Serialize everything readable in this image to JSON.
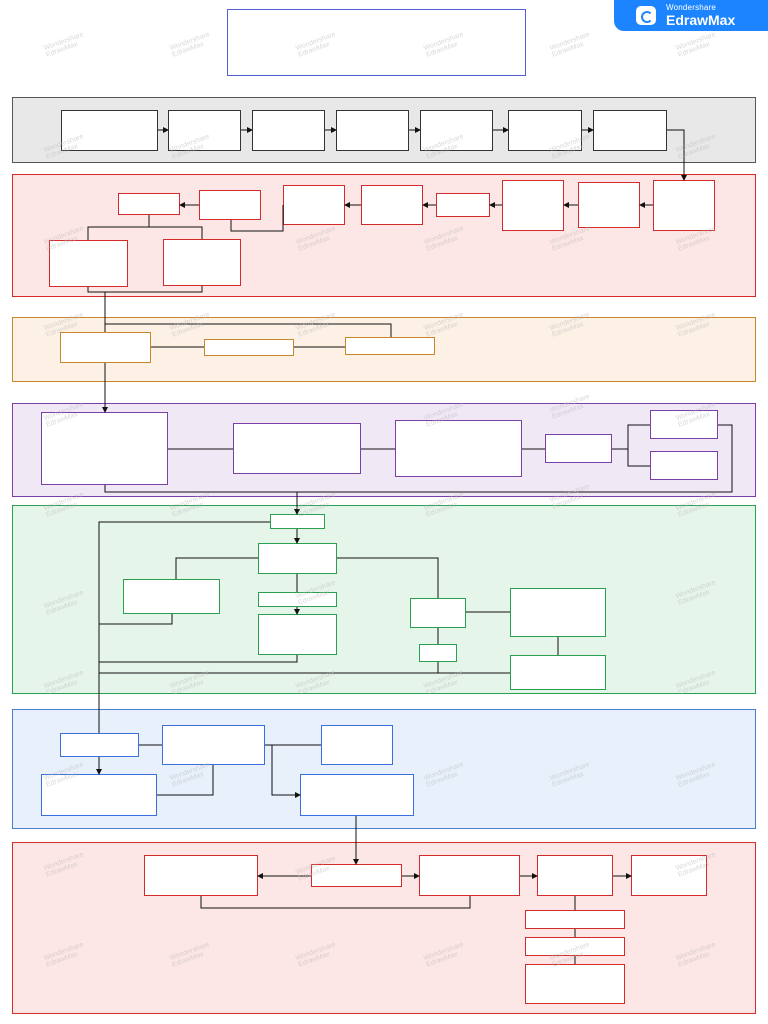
{
  "branding": {
    "vendor": "Wondershare",
    "product": "EdrawMax",
    "watermark_vendor": "Wondershare",
    "watermark_product": "EdrawMax"
  },
  "colors": {
    "title_border": "#4f5fd6",
    "band_gray_fill": "#e8e8e8",
    "band_gray_border": "#555555",
    "band_red_fill": "#fde6e6",
    "band_red_border": "#d42a2a",
    "band_orange_fill": "#fdf1e6",
    "band_orange_border": "#c8872b",
    "band_purple_fill": "#f1e8f6",
    "band_purple_border": "#7b3fa8",
    "band_green_fill": "#e6f5ea",
    "band_green_border": "#28a050",
    "band_blue_fill": "#e8f0fb",
    "band_blue_border": "#4a7fd4",
    "box_red": "#d42a2a",
    "box_orange": "#c8872b",
    "box_purple": "#7b3fa8",
    "box_green": "#28a050",
    "box_blue": "#3b6fe0",
    "box_gray": "#333333",
    "connector": "#111111",
    "brand_blue": "#1d84ff"
  },
  "lanes": [
    {
      "id": "gray",
      "color": "gray"
    },
    {
      "id": "red-1",
      "color": "red"
    },
    {
      "id": "orange",
      "color": "orange"
    },
    {
      "id": "purple",
      "color": "purple"
    },
    {
      "id": "green",
      "color": "green"
    },
    {
      "id": "blue",
      "color": "blue"
    },
    {
      "id": "red-2",
      "color": "red"
    }
  ],
  "node_count": 57
}
